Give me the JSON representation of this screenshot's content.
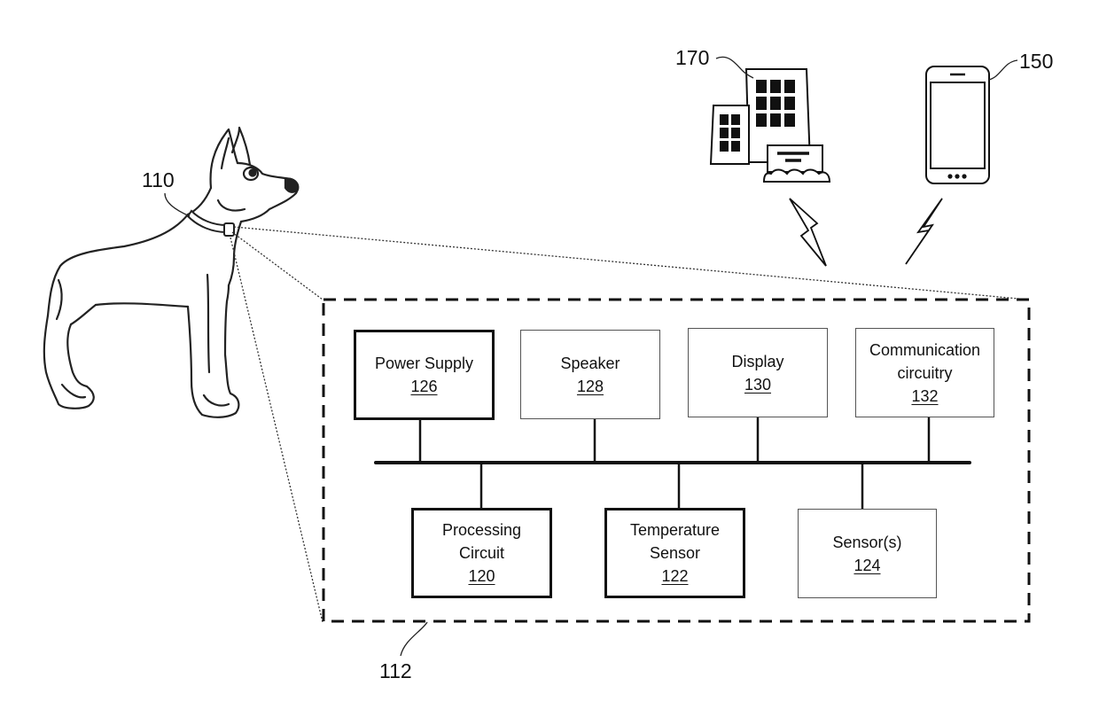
{
  "figure": {
    "type": "patent block diagram",
    "colors": {
      "line": "#111111",
      "background": "#ffffff"
    }
  },
  "callouts": {
    "pet": "110",
    "device": "112",
    "server": "170",
    "phone": "150"
  },
  "illustrations": {
    "pet": "dog-icon",
    "collar": "collar-icon",
    "server": "building-icon",
    "phone": "smartphone-icon",
    "wireless_links": [
      "lightning-bolt-icon",
      "lightning-bolt-icon"
    ]
  },
  "blocks": {
    "top": [
      {
        "label": "Power Supply",
        "ref": "126"
      },
      {
        "label": "Speaker",
        "ref": "128"
      },
      {
        "label": "Display",
        "ref": "130"
      },
      {
        "label_line1": "Communication",
        "label_line2": "circuitry",
        "ref": "132"
      }
    ],
    "bottom": [
      {
        "label_line1": "Processing",
        "label_line2": "Circuit",
        "ref": "120"
      },
      {
        "label_line1": "Temperature",
        "label_line2": "Sensor",
        "ref": "122"
      },
      {
        "label": "Sensor(s)",
        "ref": "124"
      }
    ]
  }
}
